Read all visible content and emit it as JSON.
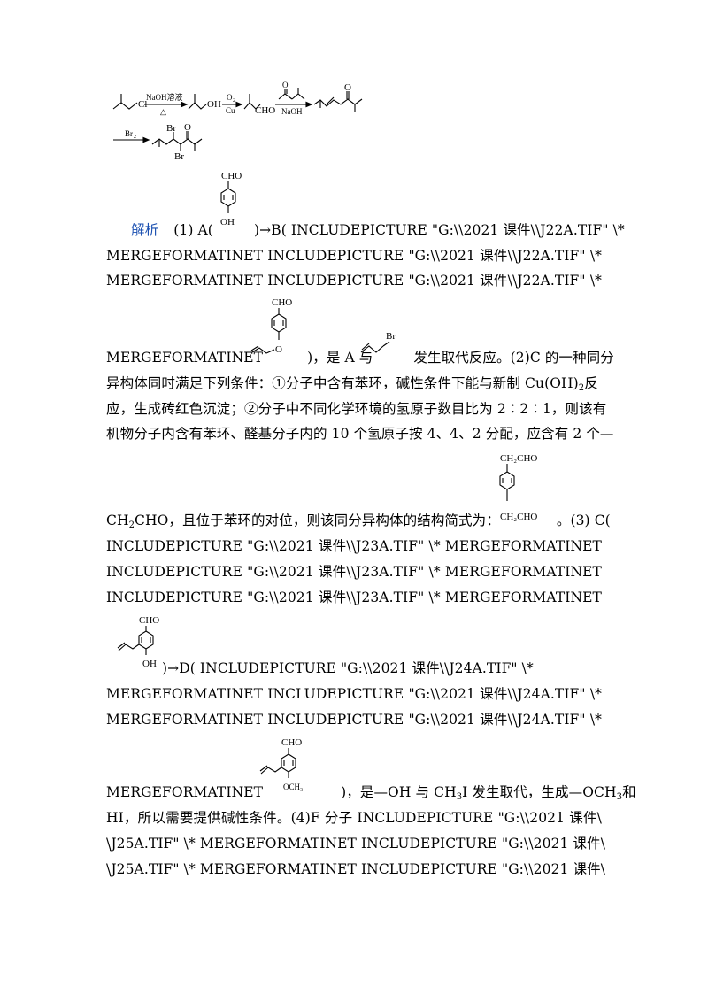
{
  "scheme": {
    "row1": {
      "cl": "Cl",
      "r1_top": "NaOH溶液",
      "r1_bottom": "△",
      "oh": "OH",
      "r2_top": "O",
      "r2_top_sub": "2",
      "r2_bottom": "Cu",
      "cho": "CHO",
      "r3_top_o": "O",
      "r3_bottom": "NaOH",
      "prod_o": "O"
    },
    "row2": {
      "reagent": "Br",
      "reagent_sub": "2",
      "br_top": "Br",
      "br_bottom": "Br",
      "o": "O"
    }
  },
  "structures": {
    "A": {
      "top": "CHO",
      "bottom": "OH"
    },
    "B": {
      "top": "CHO",
      "bottom": "O"
    },
    "allylbromide": {
      "br": "Br"
    },
    "isomer": {
      "top": "CH₂CHO",
      "bottom": "CH₂CHO"
    },
    "C": {
      "top": "CHO",
      "bottom": "OH"
    },
    "D": {
      "top": "CHO",
      "bottom": "OCH₃"
    }
  },
  "text": {
    "l1_label": "解析",
    "l1_a": "(1) A(",
    "l1_b": ")→B( INCLUDEPICTURE \"G:\\\\2021 课件\\\\J22A.TIF\" \\*",
    "l2": "MERGEFORMATINET INCLUDEPICTURE \"G:\\\\2021 课件\\\\J22A.TIF\" \\*",
    "l3": "MERGEFORMATINET INCLUDEPICTURE \"G:\\\\2021 课件\\\\J22A.TIF\" \\*",
    "l4_a": "MERGEFORMATINET",
    "l4_b": ")，是 A 与",
    "l4_c": "发生取代反应。(2)C 的一种同分",
    "l5_a": "异构体同时满足下列条件：①分子中含有苯环，碱性条件下能与新制 Cu(OH)",
    "l5_sub": "2",
    "l5_b": "反",
    "l6": "应，生成砖红色沉淀；②分子中不同化学环境的氢原子数目比为 2∶2∶1，则该有",
    "l7": "机物分子内含有苯环、醛基分子内的 10 个氢原子按 4、4、2 分配，应含有 2 个—",
    "l8_a": "CH",
    "l8_sub": "2",
    "l8_b": "CHO，且位于苯环的对位，则该同分异构体的结构简式为：",
    "l8_c": "。(3) C(",
    "l9": "INCLUDEPICTURE \"G:\\\\2021 课件\\\\J23A.TIF\" \\* MERGEFORMATINET",
    "l10": "INCLUDEPICTURE \"G:\\\\2021 课件\\\\J23A.TIF\" \\* MERGEFORMATINET",
    "l11": "INCLUDEPICTURE \"G:\\\\2021 课件\\\\J23A.TIF\" \\* MERGEFORMATINET",
    "l12": ")→D( INCLUDEPICTURE \"G:\\\\2021 课件\\\\J24A.TIF\" \\*",
    "l13": "MERGEFORMATINET INCLUDEPICTURE \"G:\\\\2021 课件\\\\J24A.TIF\" \\*",
    "l14": "MERGEFORMATINET INCLUDEPICTURE \"G:\\\\2021 课件\\\\J24A.TIF\" \\*",
    "l15_a": "MERGEFORMATINET",
    "l15_b": ")，是—OH 与 CH",
    "l15_sub": "3",
    "l15_c": "I 发生取代，生成—OCH",
    "l15_sub2": "3",
    "l15_d": "和",
    "l16": "HI，所以需要提供碱性条件。(4)F 分子 INCLUDEPICTURE \"G:\\\\2021 课件\\",
    "l17": "\\J25A.TIF\" \\* MERGEFORMATINET INCLUDEPICTURE \"G:\\\\2021 课件\\",
    "l18": "\\J25A.TIF\" \\* MERGEFORMATINET INCLUDEPICTURE \"G:\\\\2021 课件\\"
  }
}
